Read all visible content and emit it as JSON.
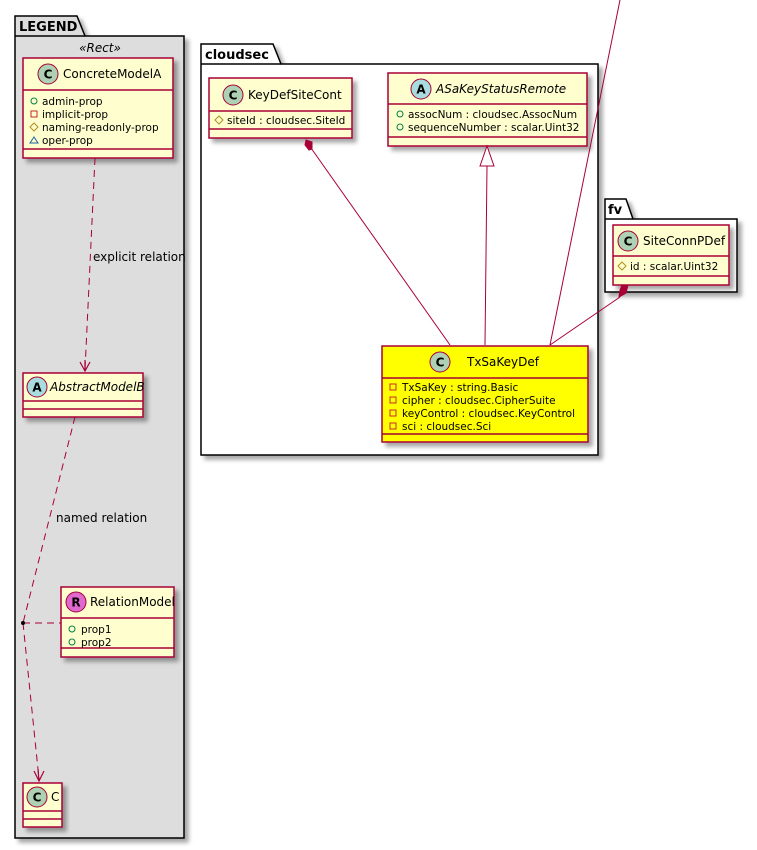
{
  "colors": {
    "border": "#A80036",
    "classFill": "#FEFECE",
    "highlightFill": "#FFFF00",
    "legendPackageFill": "#DDDDDD",
    "packageFill": "#FFFFFF",
    "circleC": "#ADD1B2",
    "circleA": "#A9DCDF",
    "circleR": "#DF69CE",
    "publicIcon": "#038048",
    "privateIcon": "#C82930",
    "protectedIcon": "#B38D22",
    "packageIcon": "#1963A0"
  },
  "packages": {
    "legend": {
      "title": "LEGEND",
      "stereotype": "«Rect»",
      "classes": {
        "concrete": {
          "kind": "C",
          "name": "ConcreteModelA",
          "attributes": [
            {
              "visibility": "public",
              "text": "admin-prop"
            },
            {
              "visibility": "private",
              "text": "implicit-prop"
            },
            {
              "visibility": "protected",
              "text": "naming-readonly-prop"
            },
            {
              "visibility": "package",
              "text": "oper-prop"
            }
          ]
        },
        "abstract": {
          "kind": "A",
          "name": "AbstractModelB",
          "attributes": []
        },
        "relation": {
          "kind": "R",
          "name": "RelationModel",
          "attributes": [
            {
              "visibility": "public",
              "text": "prop1"
            },
            {
              "visibility": "public",
              "text": "prop2"
            }
          ]
        },
        "c": {
          "kind": "C",
          "name": "C",
          "attributes": []
        }
      },
      "relations": {
        "explicit": "explicit relation",
        "named": "named relation"
      }
    },
    "cloudsec": {
      "title": "cloudsec",
      "classes": {
        "keyDefSiteCont": {
          "kind": "C",
          "name": "KeyDefSiteCont",
          "attributes": [
            {
              "visibility": "protected",
              "text": "siteId : cloudsec.SiteId"
            }
          ]
        },
        "aSaKeyStatusRemote": {
          "kind": "A",
          "name": "ASaKeyStatusRemote",
          "attributes": [
            {
              "visibility": "public",
              "text": "assocNum : cloudsec.AssocNum"
            },
            {
              "visibility": "public",
              "text": "sequenceNumber : scalar.Uint32"
            }
          ]
        },
        "txSaKeyDef": {
          "kind": "C",
          "name": "TxSaKeyDef",
          "attributes": [
            {
              "visibility": "private",
              "text": "TxSaKey : string.Basic"
            },
            {
              "visibility": "private",
              "text": "cipher : cloudsec.CipherSuite"
            },
            {
              "visibility": "private",
              "text": "keyControl : cloudsec.KeyControl"
            },
            {
              "visibility": "private",
              "text": "sci : cloudsec.Sci"
            }
          ]
        }
      }
    },
    "fv": {
      "title": "fv",
      "classes": {
        "siteConnPDef": {
          "kind": "C",
          "name": "SiteConnPDef",
          "attributes": [
            {
              "visibility": "protected",
              "text": "id : scalar.Uint32"
            }
          ]
        }
      }
    }
  }
}
